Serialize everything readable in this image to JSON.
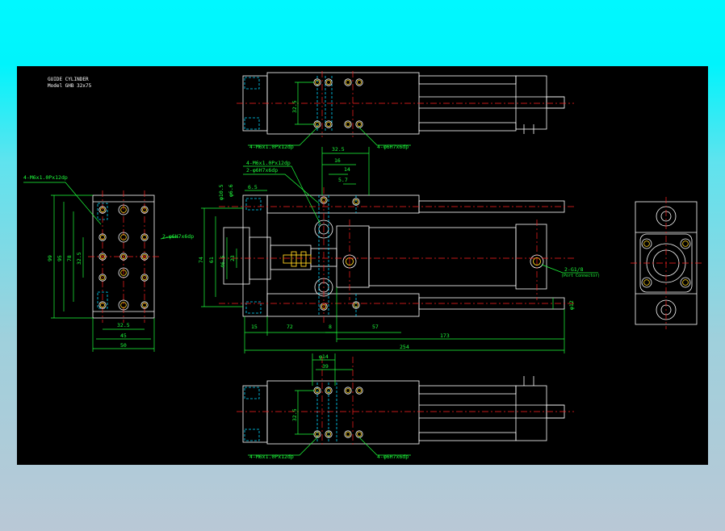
{
  "title": {
    "line1": "GUIDE CYLINDER",
    "line2": "Model GHB 32x75"
  },
  "colors": {
    "background": "#00f8ff",
    "sheet": "#000000",
    "outline": "#ffffff",
    "dimension": "#1eff3c",
    "centerline": "#ff2020",
    "hidden": "#00d8ff",
    "feature": "#ffd21e"
  },
  "callouts": {
    "top_m6": "4-M6x1.0Px12dp",
    "top_phi6": "4-φ6H7x6dp",
    "side_m6": "4-M6x1.0Px12dp",
    "side_phi6": "2-φ6H7x6dp",
    "left_m6": "4-M6x1.0Px12dp",
    "left_phi6": "2-φ6H7x6dp",
    "port": "2-G1/8",
    "port_sub": "(Port Connector)",
    "bottom_m6": "4-M6x1.0Px12dp",
    "bottom_phi6": "4-φ6H7x6dp"
  },
  "dims": {
    "d32_5_top": "32.5",
    "d32_5_side_top": "32.5",
    "d16": "16",
    "d14": "14",
    "d5_7": "5.7",
    "d6_5": "6.5",
    "phi10_5": "φ10.5",
    "phi6_6": "φ6.6",
    "d74": "74",
    "d61": "61",
    "d46_5": "46.5",
    "d23": "23",
    "phi12": "φ12",
    "d15": "15",
    "d72": "72",
    "d8": "8",
    "d57": "57",
    "d173": "173",
    "d254": "254",
    "d99": "99",
    "d95": "95",
    "d78": "78",
    "d32_5_left_v": "32.5",
    "d32_5_left_h": "32.5",
    "d45": "45",
    "d50": "50",
    "phi14": "φ14",
    "d39": "39",
    "d32_5_bottom": "32.5"
  }
}
